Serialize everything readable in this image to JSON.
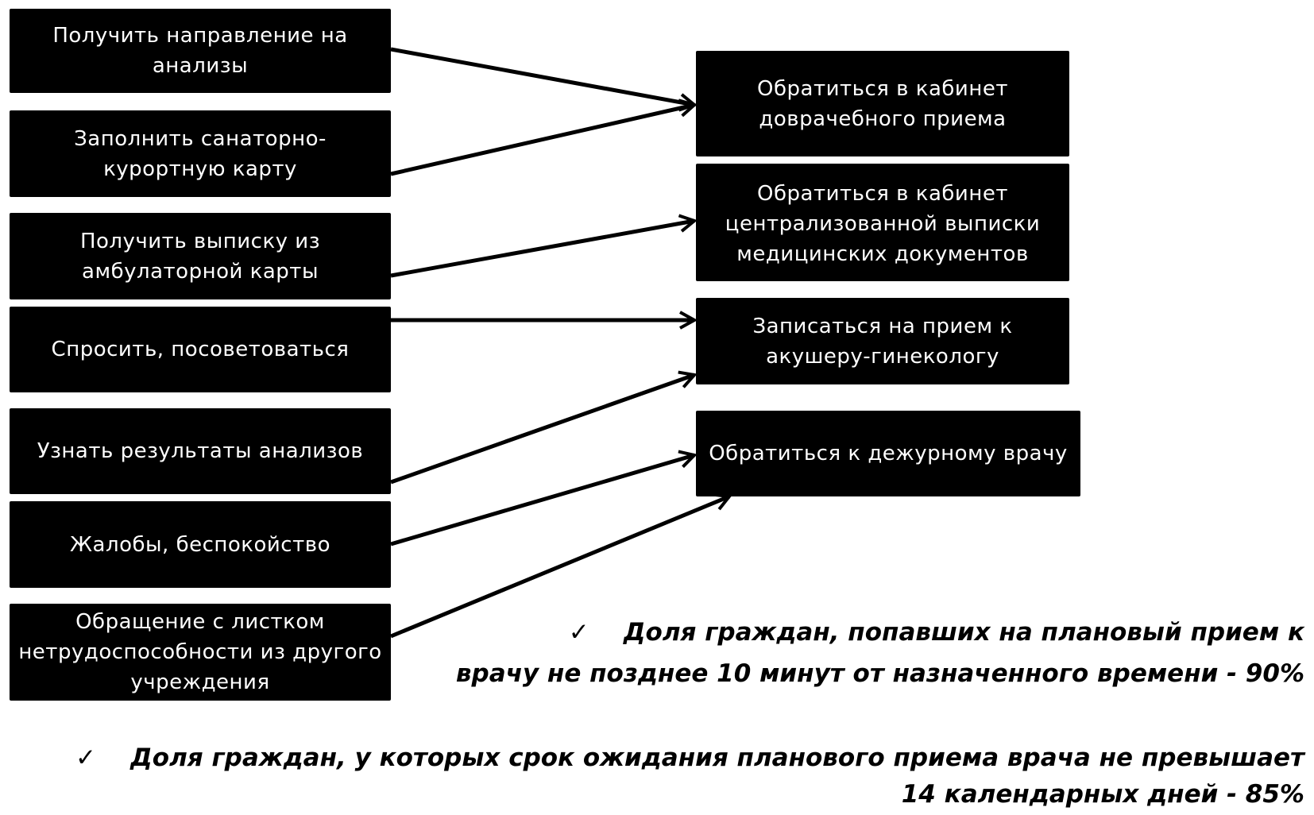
{
  "left_boxes": [
    "Получить направление на анализы",
    "Заполнить санаторно-курортную карту",
    "Получить выписку из амбулаторной карты",
    "Спросить, посоветоваться",
    "Узнать результаты анализов",
    "Жалобы,  беспокойство",
    "Обращение с листком нетрудоспособности из другого учреждения"
  ],
  "right_boxes": [
    "Обратиться в кабинет доврачебного приема",
    "Обратиться в кабинет централизованной выписки медицинских документов",
    "Записаться на прием к акушеру-гинекологу",
    "Обратиться к дежурному врачу"
  ],
  "notes": [
    {
      "check": "✓",
      "line1": "Доля граждан, попавших на плановый прием к",
      "line2": "врачу не позднее 10 минут от назначенного времени -  90%"
    },
    {
      "check": "✓",
      "line1": "Доля граждан, у которых срок ожидания планового приема  врача не превышает",
      "line2": "14 календарных дней - 85%"
    }
  ]
}
